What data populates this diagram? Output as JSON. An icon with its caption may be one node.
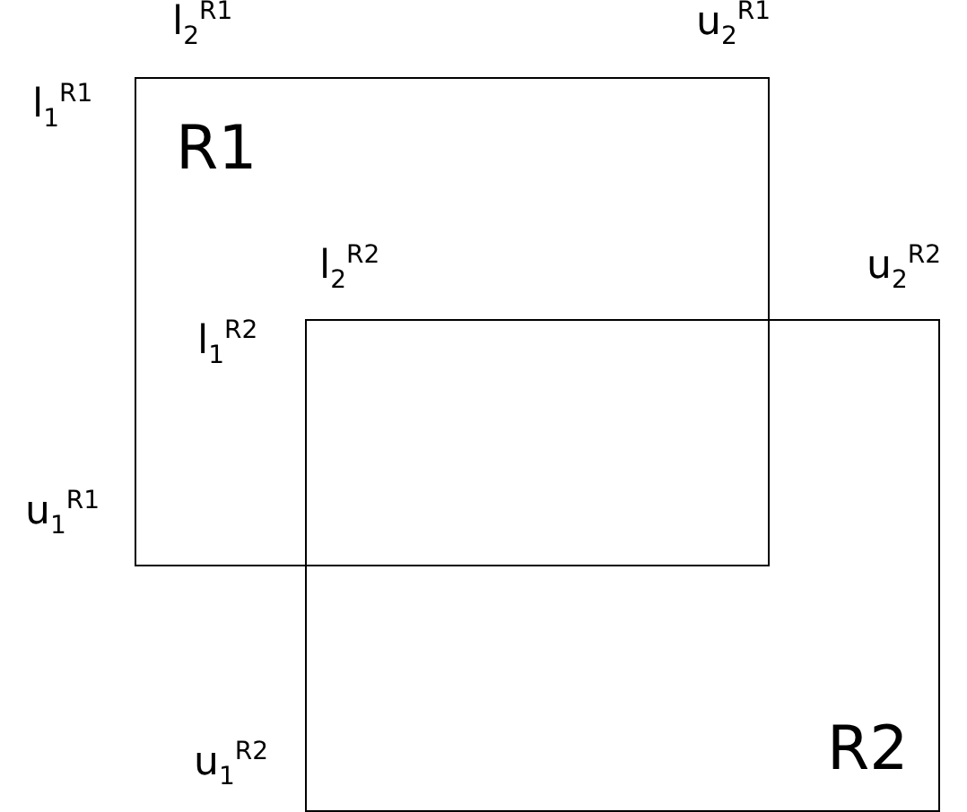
{
  "diagram": {
    "nodes": [
      {
        "text": [
          "R1"
        ]
      },
      {
        "text": [
          "R2"
        ]
      }
    ],
    "labels": [
      "l$_{2}$$^{R1}$",
      "u$_{2}$$^{R1}$",
      "l$_{1}$$^{R1}$",
      "l$_{2}$$^{R2}$",
      "u$_{2}$$^{R2}$",
      "l$_{1}$$^{R2}$",
      "u$_{1}$$^{R1}$",
      "u$_{1}$$^{R2}$"
    ]
  }
}
